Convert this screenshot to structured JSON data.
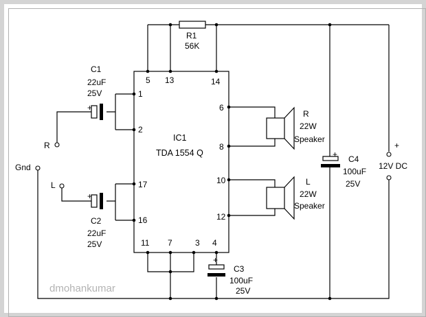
{
  "ic": {
    "name": "IC1",
    "part": "TDA 1554 Q"
  },
  "pins": {
    "p1": "1",
    "p2": "2",
    "p3": "3",
    "p4": "4",
    "p5": "5",
    "p6": "6",
    "p7": "7",
    "p8": "8",
    "p10": "10",
    "p11": "11",
    "p12": "12",
    "p13": "13",
    "p14": "14",
    "p16": "16",
    "p17": "17"
  },
  "r1": {
    "name": "R1",
    "value": "56K"
  },
  "c1": {
    "name": "C1",
    "value": "22uF",
    "voltage": "25V"
  },
  "c2": {
    "name": "C2",
    "value": "22uF",
    "voltage": "25V"
  },
  "c3": {
    "name": "C3",
    "value": "100uF",
    "voltage": "25V"
  },
  "c4": {
    "name": "C4",
    "value": "100uF",
    "voltage": "25V"
  },
  "spk_r": {
    "channel": "R",
    "power": "22W",
    "type": "Speaker"
  },
  "spk_l": {
    "channel": "L",
    "power": "22W",
    "type": "Speaker"
  },
  "inputs": {
    "right": "R",
    "left": "L",
    "ground": "Gnd"
  },
  "supply": {
    "label": "12V DC",
    "plus": "+"
  },
  "polarity": {
    "plus": "+"
  },
  "watermark": "dmohankumar"
}
